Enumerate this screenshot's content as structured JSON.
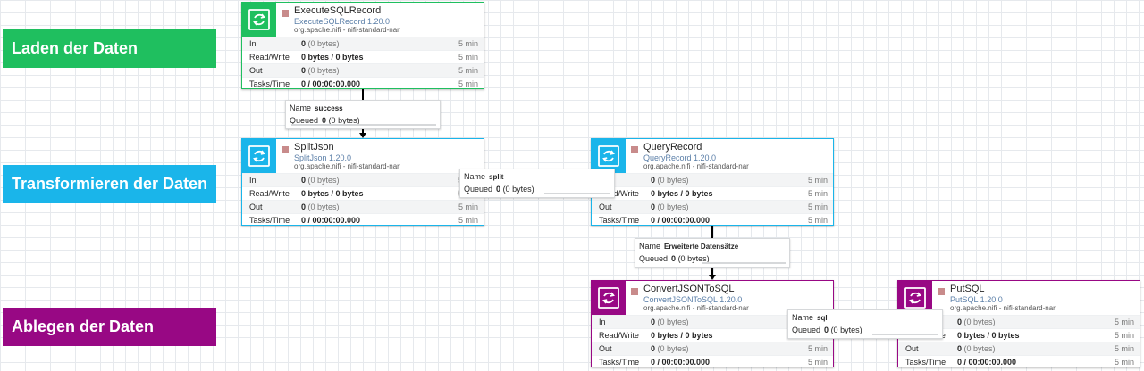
{
  "labels": [
    {
      "text": "Laden der Daten",
      "color": "#1fbf5f"
    },
    {
      "text": "Transformieren der Daten",
      "color": "#1ab5ea"
    },
    {
      "text": "Ablegen der Daten",
      "color": "#980884"
    }
  ],
  "stat_labels": {
    "in": "In",
    "read_write": "Read/Write",
    "out": "Out",
    "tasks_time": "Tasks/Time"
  },
  "processors": [
    {
      "name": "ExecuteSQLRecord",
      "type": "ExecuteSQLRecord 1.20.0",
      "bundle": "org.apache.nifi - nifi-standard-nar",
      "in_value": "0",
      "in_paren": "(0 bytes)",
      "read_write": "0 bytes / 0 bytes",
      "out_value": "0",
      "out_paren": "(0 bytes)",
      "tasks_time": "0 / 00:00:00.000",
      "window": "5 min",
      "accent": "#1fbf5f"
    },
    {
      "name": "SplitJson",
      "type": "SplitJson 1.20.0",
      "bundle": "org.apache.nifi - nifi-standard-nar",
      "in_value": "0",
      "in_paren": "(0 bytes)",
      "read_write": "0 bytes / 0 bytes",
      "out_value": "0",
      "out_paren": "(0 bytes)",
      "tasks_time": "0 / 00:00:00.000",
      "window": "5 min",
      "accent": "#1ab5ea"
    },
    {
      "name": "QueryRecord",
      "type": "QueryRecord 1.20.0",
      "bundle": "org.apache.nifi - nifi-standard-nar",
      "in_value": "0",
      "in_paren": "(0 bytes)",
      "read_write": "0 bytes / 0 bytes",
      "out_value": "0",
      "out_paren": "(0 bytes)",
      "tasks_time": "0 / 00:00:00.000",
      "window": "5 min",
      "accent": "#1ab5ea"
    },
    {
      "name": "ConvertJSONToSQL",
      "type": "ConvertJSONToSQL 1.20.0",
      "bundle": "org.apache.nifi - nifi-standard-nar",
      "in_value": "0",
      "in_paren": "(0 bytes)",
      "read_write": "0 bytes / 0 bytes",
      "out_value": "0",
      "out_paren": "(0 bytes)",
      "tasks_time": "0 / 00:00:00.000",
      "window": "5 min",
      "accent": "#980884"
    },
    {
      "name": "PutSQL",
      "type": "PutSQL 1.20.0",
      "bundle": "org.apache.nifi - nifi-standard-nar",
      "in_value": "0",
      "in_paren": "(0 bytes)",
      "read_write": "0 bytes / 0 bytes",
      "out_value": "0",
      "out_paren": "(0 bytes)",
      "tasks_time": "0 / 00:00:00.000",
      "window": "5 min",
      "accent": "#980884"
    }
  ],
  "connection_labels": {
    "name": "Name",
    "queued": "Queued"
  },
  "connections": [
    {
      "name": "success",
      "queued_value": "0",
      "queued_paren": "(0 bytes)"
    },
    {
      "name": "split",
      "queued_value": "0",
      "queued_paren": "(0 bytes)"
    },
    {
      "name": "Erweiterte Datensätze",
      "queued_value": "0",
      "queued_paren": "(0 bytes)"
    },
    {
      "name": "sql",
      "queued_value": "0",
      "queued_paren": "(0 bytes)"
    }
  ]
}
